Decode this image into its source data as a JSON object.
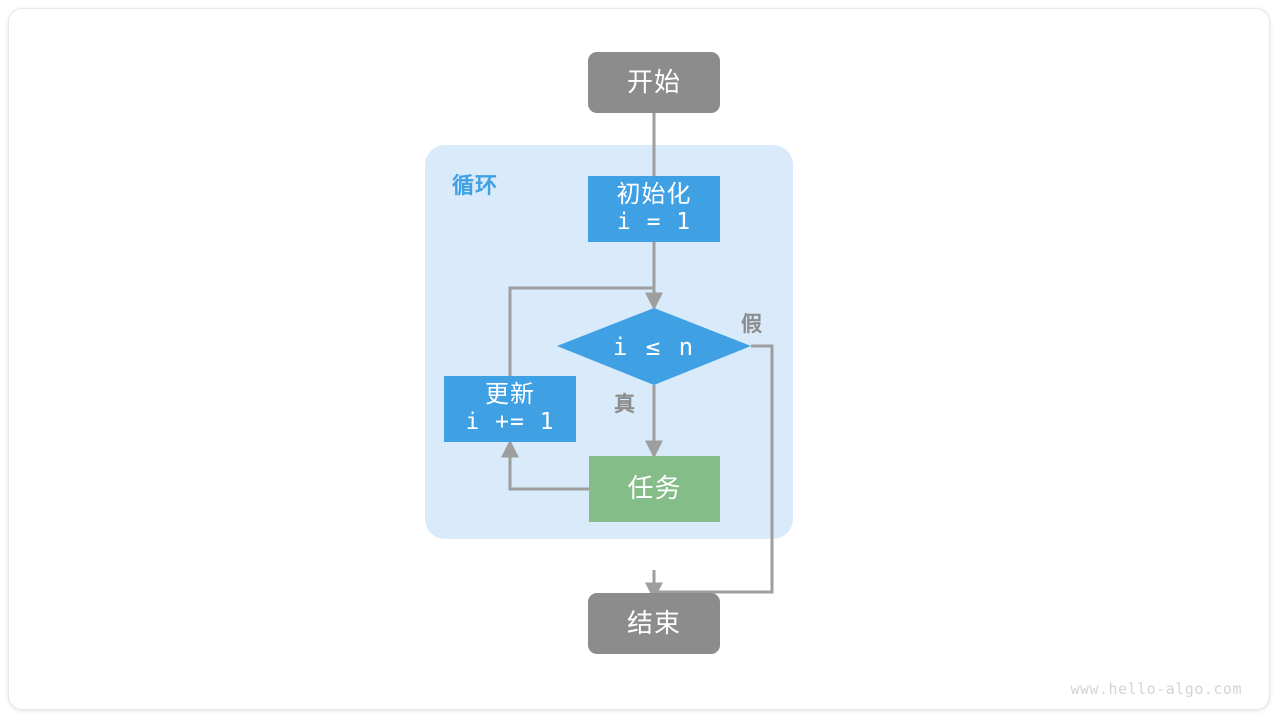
{
  "diagram": {
    "type": "flowchart",
    "title": "for-loop-flowchart",
    "colors": {
      "terminal": "#8c8c8c",
      "process": "#3fa0e4",
      "task": "#84bd87",
      "loop_container": "#d9ebfa",
      "edge": "#9e9e9e",
      "loop_label": "#3fa0e4",
      "edge_label": "#8c8c8c",
      "watermark": "#d4d4d4",
      "canvas": "#ffffff"
    },
    "loop_group": {
      "label": "循环"
    },
    "nodes": [
      {
        "id": "start",
        "shape": "rounded-rect",
        "label": "开始"
      },
      {
        "id": "init",
        "shape": "rect",
        "label": "初始化",
        "code": "i = 1"
      },
      {
        "id": "cond",
        "shape": "diamond",
        "label": "i ≤ n"
      },
      {
        "id": "update",
        "shape": "rect",
        "label": "更新",
        "code": "i += 1"
      },
      {
        "id": "task",
        "shape": "rect",
        "label": "任务"
      },
      {
        "id": "end",
        "shape": "rounded-rect",
        "label": "结束"
      }
    ],
    "edges": [
      {
        "from": "start",
        "to": "init",
        "label": ""
      },
      {
        "from": "init",
        "to": "cond",
        "label": ""
      },
      {
        "from": "cond",
        "to": "task",
        "label": "真"
      },
      {
        "from": "cond",
        "to": "end",
        "label": "假"
      },
      {
        "from": "task",
        "to": "update",
        "label": ""
      },
      {
        "from": "update",
        "to": "cond",
        "label": ""
      }
    ],
    "edge_labels": {
      "true": "真",
      "false": "假"
    }
  },
  "watermark": {
    "text": "www.hello-algo.com"
  }
}
